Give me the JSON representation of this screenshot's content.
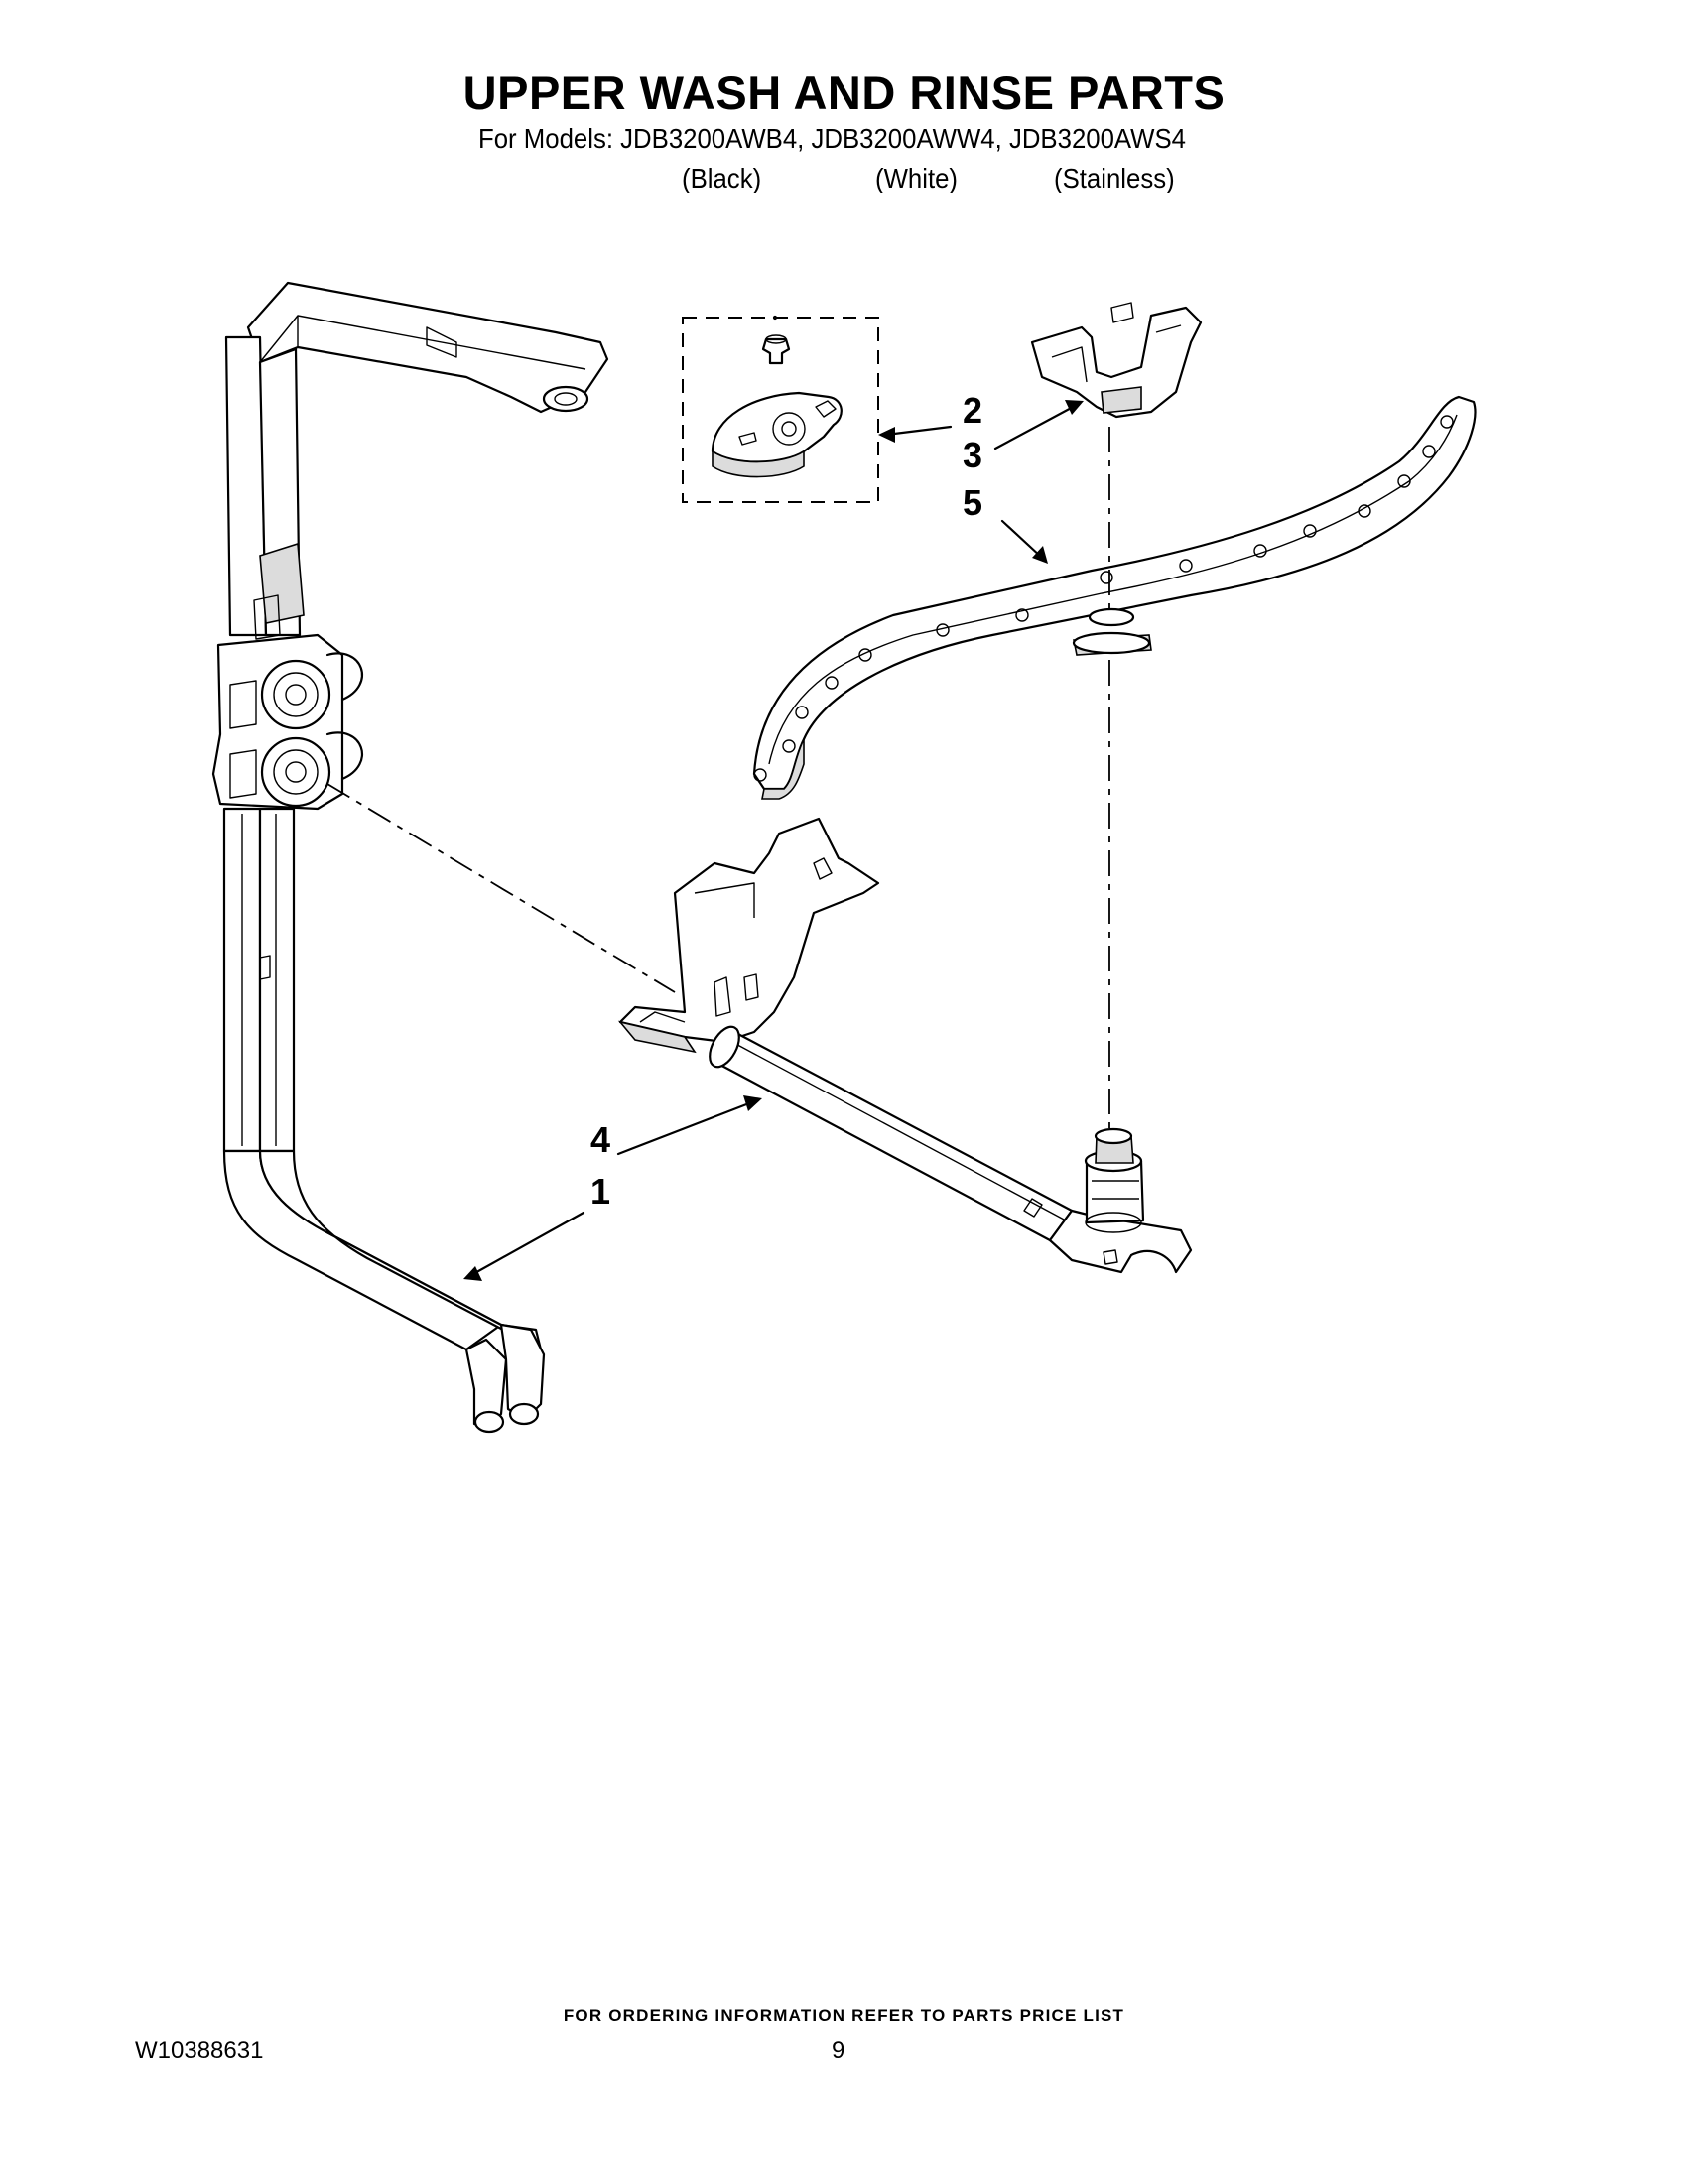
{
  "page": {
    "title": "UPPER WASH AND RINSE PARTS",
    "models_line": "For Models: JDB3200AWB4, JDB3200AWW4, JDB3200AWS4",
    "variants": [
      "(Black)",
      "(White)",
      "(Stainless)"
    ]
  },
  "diagram": {
    "callouts": [
      "2",
      "3",
      "5",
      "4",
      "1"
    ],
    "parts": [
      {
        "callout": "1",
        "icon": "supply-tube-icon"
      },
      {
        "callout": "2",
        "icon": "bearing-icon"
      },
      {
        "callout": "3",
        "icon": "arm-manifold-icon"
      },
      {
        "callout": "4",
        "icon": "manifold-tube-icon"
      },
      {
        "callout": "5",
        "icon": "spray-arm-icon"
      }
    ]
  },
  "footer": {
    "note": "FOR ORDERING INFORMATION REFER TO PARTS PRICE LIST",
    "doc_number": "W10388631",
    "page_number": "9"
  }
}
